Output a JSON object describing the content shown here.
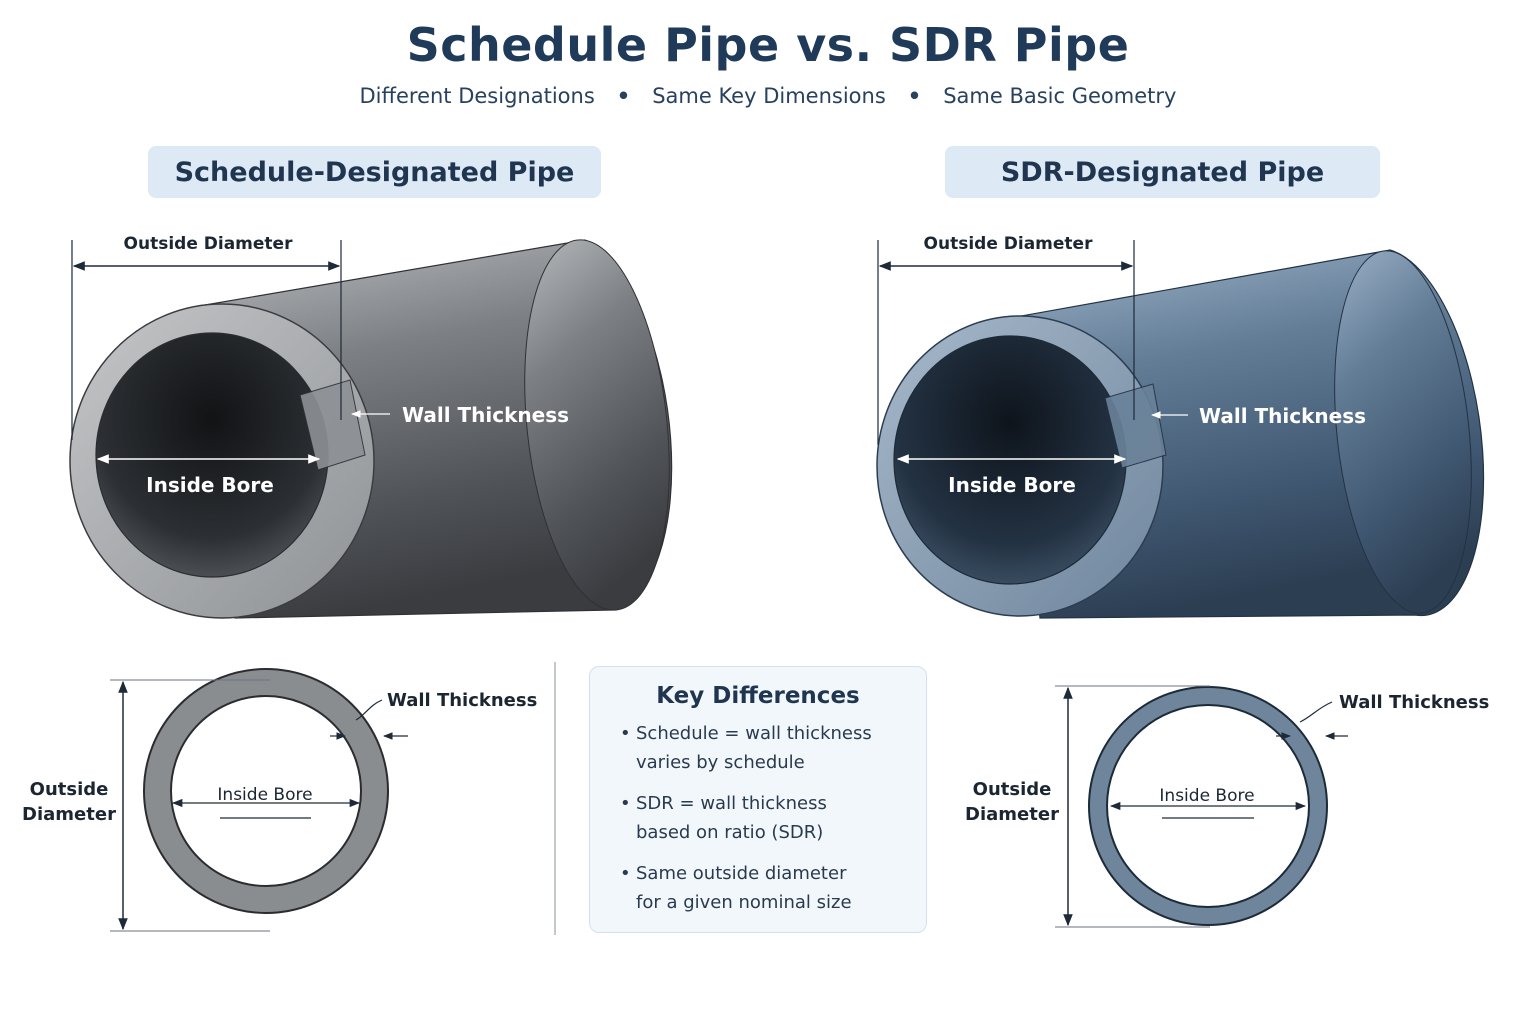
{
  "header": {
    "title": "Schedule Pipe  vs.  SDR Pipe",
    "subtitle": [
      "Different Designations",
      "Same Key Dimensions",
      "Same Basic Geometry"
    ]
  },
  "left_panel": {
    "title": "Schedule-Designated Pipe",
    "od_label": "Outside Diameter",
    "wall_label": "Wall Thickness",
    "bore_label": "Inside Bore",
    "section_od_label_1": "Outside",
    "section_od_label_2": "Diameter",
    "section_wall_label": "Wall Thickness",
    "section_bore_label": "Inside Bore",
    "color": "#8a8d90"
  },
  "right_panel": {
    "title": "SDR-Designated Pipe",
    "od_label": "Outside Diameter",
    "wall_label": "Wall Thickness",
    "bore_label": "Inside Bore",
    "section_od_label_1": "Outside",
    "section_od_label_2": "Diameter",
    "section_wall_label": "Wall Thickness",
    "section_bore_label": "Inside Bore",
    "color": "#6e859c"
  },
  "key_differences": {
    "title": "Key Differences",
    "items": [
      {
        "line1": "Schedule = wall thickness",
        "line2": "varies by schedule"
      },
      {
        "line1": "SDR = wall thickness",
        "line2": "based on ratio (SDR)"
      },
      {
        "line1": "Same outside diameter",
        "line2": "for a given nominal size"
      }
    ]
  }
}
